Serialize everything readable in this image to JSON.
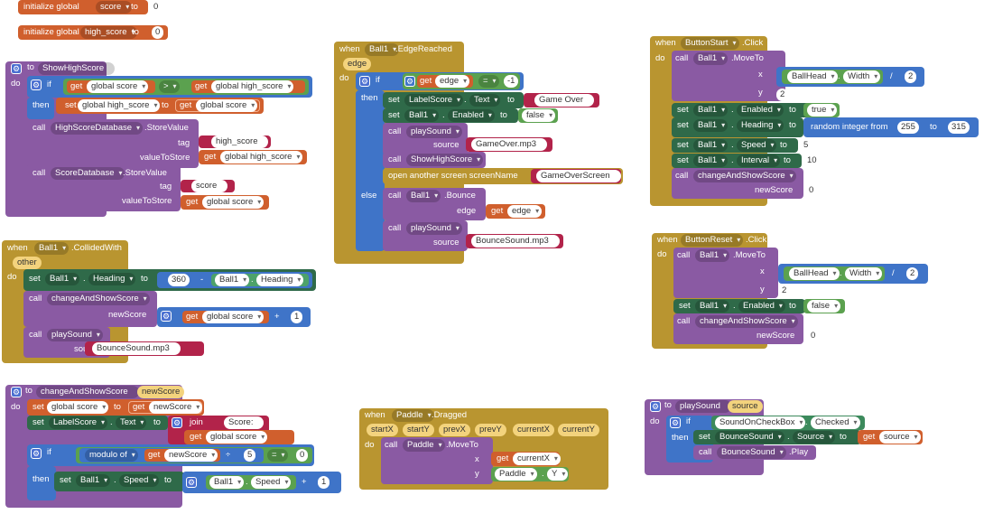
{
  "globals": [
    {
      "kw": "initialize global",
      "name": "score",
      "to": "to",
      "value": "0"
    },
    {
      "kw": "initialize global",
      "name": "high_score",
      "to": "to",
      "value": "0"
    }
  ],
  "kw": {
    "when": "when",
    "to": "to",
    "do": "do",
    "if": "if",
    "then": "then",
    "else": "else",
    "call": "call",
    "set": "set",
    "get": "get",
    "join": "join",
    "eq": "=",
    "plus": "+",
    "minus": "-",
    "div": "/",
    "gt": ">",
    "mod": "modulo of",
    "divop": "÷",
    "random": "random integer from",
    "open": "open another screen  screenName"
  },
  "showhigh": {
    "name": "ShowHighScore",
    "var1": "global score",
    "op": ">",
    "var2": "global high_score",
    "setvar": "global high_score",
    "getvar": "global score",
    "db1": "HighScoreDatabase",
    "method": ".StoreValue",
    "tag": "tag",
    "vts": "valueToStore",
    "tag1": "high_score",
    "val1": "global high_score",
    "db2": "ScoreDatabase",
    "tag2": "score",
    "val2": "global score"
  },
  "collided": {
    "comp": "Ball1",
    "event": ".CollidedWith",
    "param": "other",
    "heading": "Heading",
    "n360": "360",
    "proc": "changeAndShowScore",
    "newscore": "newScore",
    "var": "global score",
    "one": "1",
    "play": "playSound",
    "source": "source",
    "file": "BounceSound.mp3"
  },
  "edge": {
    "comp": "Ball1",
    "event": ".EdgeReached",
    "param": "edge",
    "var": "edge",
    "val": "-1",
    "lbl": "LabelScore",
    "text": "Text",
    "go": "Game Over",
    "enabled": "Enabled",
    "false": "false",
    "play": "playSound",
    "source": "source",
    "gofile": "GameOver.mp3",
    "show": "ShowHighScore",
    "screen": "GameOverScreen",
    "bounce": ".Bounce",
    "edgeL": "edge",
    "bfile": "BounceSound.mp3"
  },
  "start": {
    "comp": "ButtonStart",
    "event": ".Click",
    "ball": "Ball1",
    "move": ".MoveTo",
    "x": "x",
    "y": "y",
    "head": "BallHead",
    "width": "Width",
    "two": "2",
    "enabled": "Enabled",
    "true": "true",
    "heading": "Heading",
    "r1": "255",
    "r2": "315",
    "speed": "Speed",
    "five": "5",
    "interval": "Interval",
    "ten": "10",
    "proc": "changeAndShowScore",
    "newscore": "newScore",
    "zero": "0"
  },
  "reset": {
    "comp": "ButtonReset",
    "event": ".Click",
    "ball": "Ball1",
    "move": ".MoveTo",
    "x": "x",
    "y": "y",
    "head": "BallHead",
    "width": "Width",
    "two": "2",
    "enabled": "Enabled",
    "false": "false",
    "proc": "changeAndShowScore",
    "newscore": "newScore",
    "zero": "0"
  },
  "change": {
    "name": "changeAndShowScore",
    "param": "newScore",
    "setvar": "global score",
    "getvar": "newScore",
    "lbl": "LabelScore",
    "text": "Text",
    "score": "Score: ",
    "gscore": "global score",
    "five": "5",
    "zero": "0",
    "ball": "Ball1",
    "speed": "Speed",
    "one": "1"
  },
  "dragged": {
    "comp": "Paddle",
    "event": ".Dragged",
    "params": [
      "startX",
      "startY",
      "prevX",
      "prevY",
      "currentX",
      "currentY"
    ],
    "move": ".MoveTo",
    "x": "x",
    "y": "y",
    "cx": "currentX",
    "paddle": "Paddle",
    "Y": "Y"
  },
  "playsound": {
    "name": "playSound",
    "param": "source",
    "chk": "SoundOnCheckBox",
    "checked": "Checked",
    "snd": "BounceSound",
    "src": "Source",
    "getsrc": "source",
    "play": ".Play"
  }
}
